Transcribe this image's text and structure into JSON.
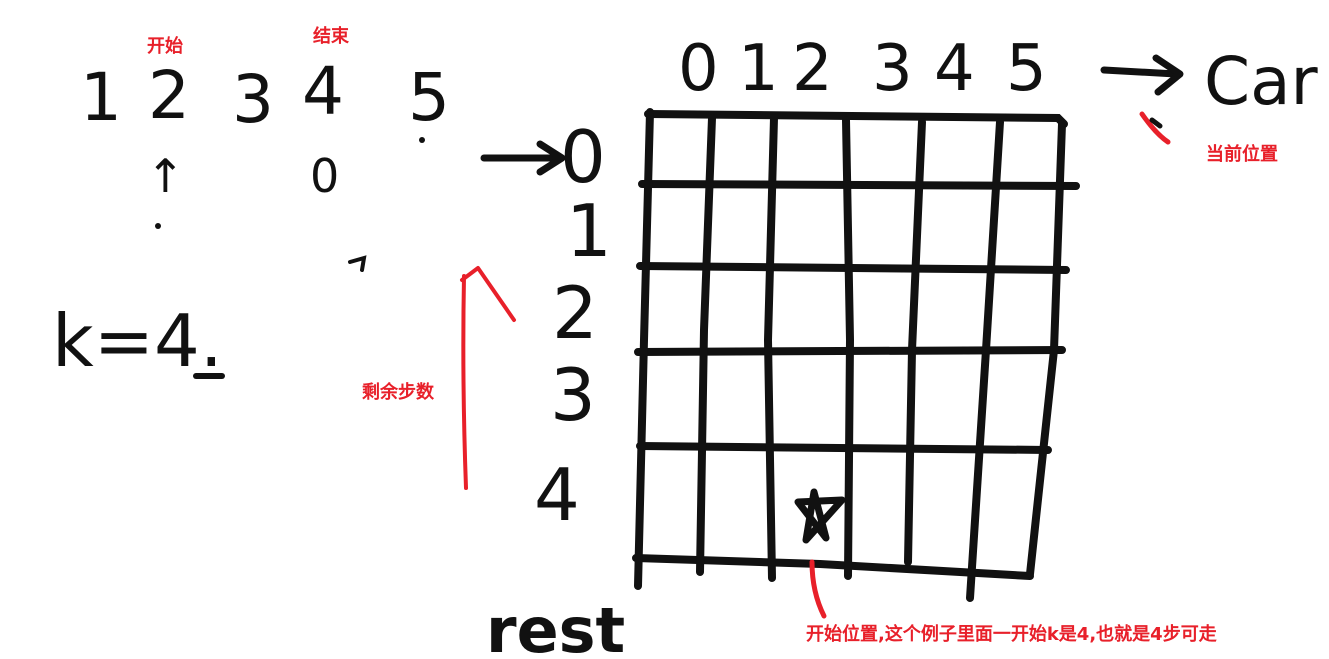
{
  "sequence": {
    "numbers": [
      "1",
      "2",
      "3",
      "4",
      "5"
    ],
    "start_label": "开始",
    "end_label": "结束",
    "under_start": "↑",
    "under_end": "0"
  },
  "k_text": "k=4.",
  "grid": {
    "columns": [
      "0",
      "1",
      "2",
      "3",
      "4",
      "5"
    ],
    "rows": [
      "0",
      "1",
      "2",
      "3",
      "4"
    ],
    "col_axis_label": "Car",
    "row_axis_label": "rest"
  },
  "annotations": {
    "current_position": "当前位置",
    "remaining_steps": "剩余步数",
    "start_position": "开始位置,这个例子里面一开始k是4,也就是4步可走"
  },
  "colors": {
    "ink": "#111111",
    "annotation": "#e8202a"
  }
}
